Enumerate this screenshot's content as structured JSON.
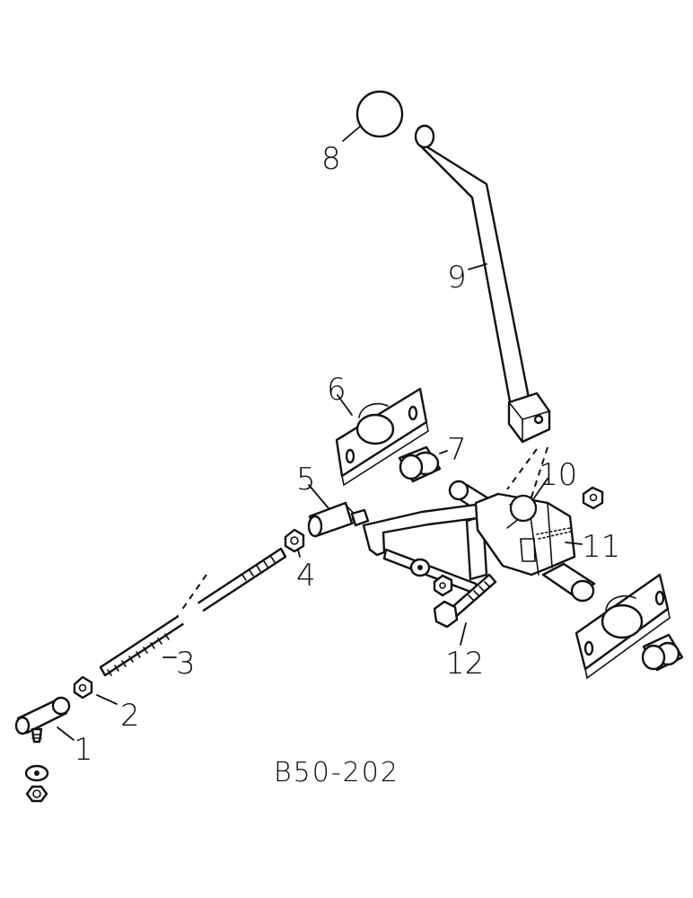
{
  "figure_code": "B50-202",
  "callouts": {
    "c1": "1",
    "c2": "2",
    "c3": "3",
    "c4": "4",
    "c5": "5",
    "c6": "6",
    "c7": "7",
    "c8": "8",
    "c9": "9",
    "c10": "10",
    "c11": "11",
    "c12": "12"
  }
}
